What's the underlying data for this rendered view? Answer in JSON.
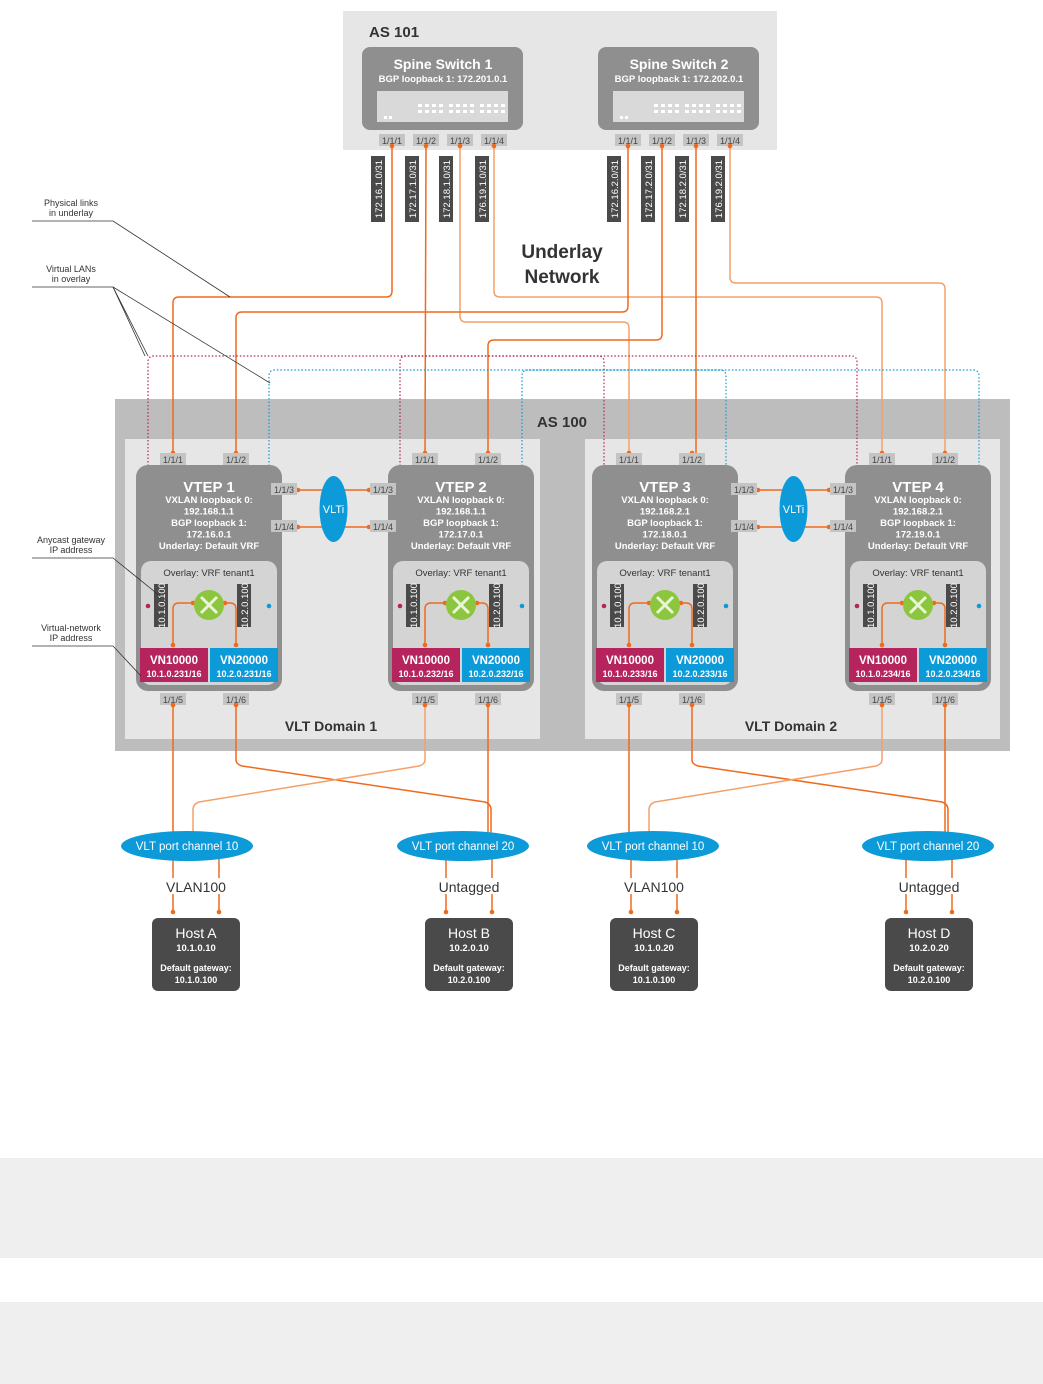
{
  "colors": {
    "orange": "#f06a1c",
    "orange_light": "#f5a06a",
    "magenta": "#b5245c",
    "blue": "#0d9ad8",
    "router_green": "#8cc63f",
    "dark_box": "#4a4a4a",
    "vtep_gray": "#8f8f8f",
    "as_bg": "#bdbdbd",
    "domain_bg": "#e6e6e6",
    "spine_region_bg": "#e6e6e6"
  },
  "spine_region": {
    "title": "AS 101",
    "spines": [
      {
        "name": "Spine Switch 1",
        "bgp": "BGP loopback 1: 172.201.0.1",
        "ports": [
          "1/1/1",
          "1/1/2",
          "1/1/3",
          "1/1/4"
        ],
        "subnets": [
          "172.16.1.0/31",
          "172.17.1.0/31",
          "172.18.1.0/31",
          "176.19.1.0/31"
        ]
      },
      {
        "name": "Spine Switch 2",
        "bgp": "BGP loopback 1: 172.202.0.1",
        "ports": [
          "1/1/1",
          "1/1/2",
          "1/1/3",
          "1/1/4"
        ],
        "subnets": [
          "172.16.2.0/31",
          "172.17.2.0/31",
          "172.18.2.0/31",
          "176.19.2.0/31"
        ]
      }
    ]
  },
  "underlay_label": [
    "Underlay",
    "Network"
  ],
  "callouts": {
    "physical_links": [
      "Physical links",
      "in underlay"
    ],
    "virtual_lans": [
      "Virtual LANs",
      "in overlay"
    ],
    "anycast": [
      "Anycast gateway",
      "IP address"
    ],
    "vn_ip": [
      "Virtual-network",
      "IP address"
    ]
  },
  "leaf_region": {
    "title": "AS 100",
    "domains": [
      {
        "name": "VLT Domain 1",
        "vlti": "VLTi",
        "vlti_ports": [
          "1/1/3",
          "1/1/4"
        ]
      },
      {
        "name": "VLT Domain 2",
        "vlti": "VLTi",
        "vlti_ports": [
          "1/1/3",
          "1/1/4"
        ]
      }
    ],
    "vteps": [
      {
        "name": "VTEP 1",
        "vxlan_label": "VXLAN loopback 0:",
        "vxlan": "192.168.1.1",
        "bgp_label": "BGP loopback 1:",
        "bgp": "172.16.0.1",
        "underlay": "Underlay: Default VRF",
        "overlay": "Overlay: VRF tenant1",
        "gw1": "10.1.0.100",
        "gw2": "10.2.0.100",
        "vn1": "VN10000",
        "vn1_ip": "10.1.0.231/16",
        "vn2": "VN20000",
        "vn2_ip": "10.2.0.231/16",
        "up_ports": [
          "1/1/1",
          "1/1/2"
        ],
        "down_ports": [
          "1/1/5",
          "1/1/6"
        ]
      },
      {
        "name": "VTEP 2",
        "vxlan_label": "VXLAN loopback 0:",
        "vxlan": "192.168.1.1",
        "bgp_label": "BGP loopback 1:",
        "bgp": "172.17.0.1",
        "underlay": "Underlay: Default VRF",
        "overlay": "Overlay: VRF tenant1",
        "gw1": "10.1.0.100",
        "gw2": "10.2.0.100",
        "vn1": "VN10000",
        "vn1_ip": "10.1.0.232/16",
        "vn2": "VN20000",
        "vn2_ip": "10.2.0.232/16",
        "up_ports": [
          "1/1/1",
          "1/1/2"
        ],
        "down_ports": [
          "1/1/5",
          "1/1/6"
        ]
      },
      {
        "name": "VTEP 3",
        "vxlan_label": "VXLAN loopback 0:",
        "vxlan": "192.168.2.1",
        "bgp_label": "BGP loopback 1:",
        "bgp": "172.18.0.1",
        "underlay": "Underlay: Default VRF",
        "overlay": "Overlay: VRF tenant1",
        "gw1": "10.1.0.100",
        "gw2": "10.2.0.100",
        "vn1": "VN10000",
        "vn1_ip": "10.1.0.233/16",
        "vn2": "VN20000",
        "vn2_ip": "10.2.0.233/16",
        "up_ports": [
          "1/1/1",
          "1/1/2"
        ],
        "down_ports": [
          "1/1/5",
          "1/1/6"
        ]
      },
      {
        "name": "VTEP 4",
        "vxlan_label": "VXLAN loopback 0:",
        "vxlan": "192.168.2.1",
        "bgp_label": "BGP loopback 1:",
        "bgp": "172.19.0.1",
        "underlay": "Underlay: Default VRF",
        "overlay": "Overlay: VRF tenant1",
        "gw1": "10.1.0.100",
        "gw2": "10.2.0.100",
        "vn1": "VN10000",
        "vn1_ip": "10.1.0.234/16",
        "vn2": "VN20000",
        "vn2_ip": "10.2.0.234/16",
        "up_ports": [
          "1/1/1",
          "1/1/2"
        ],
        "down_ports": [
          "1/1/5",
          "1/1/6"
        ]
      }
    ]
  },
  "port_channels": [
    {
      "label": "VLT port channel 10",
      "vlan": "VLAN100"
    },
    {
      "label": "VLT port channel 20",
      "vlan": "Untagged"
    },
    {
      "label": "VLT port channel 10",
      "vlan": "VLAN100"
    },
    {
      "label": "VLT port channel 20",
      "vlan": "Untagged"
    }
  ],
  "hosts": [
    {
      "name": "Host A",
      "ip": "10.1.0.10",
      "gw_label": "Default gateway:",
      "gw": "10.1.0.100"
    },
    {
      "name": "Host B",
      "ip": "10.2.0.10",
      "gw_label": "Default gateway:",
      "gw": "10.2.0.100"
    },
    {
      "name": "Host C",
      "ip": "10.1.0.20",
      "gw_label": "Default gateway:",
      "gw": "10.1.0.100"
    },
    {
      "name": "Host D",
      "ip": "10.2.0.20",
      "gw_label": "Default gateway:",
      "gw": "10.2.0.100"
    }
  ]
}
